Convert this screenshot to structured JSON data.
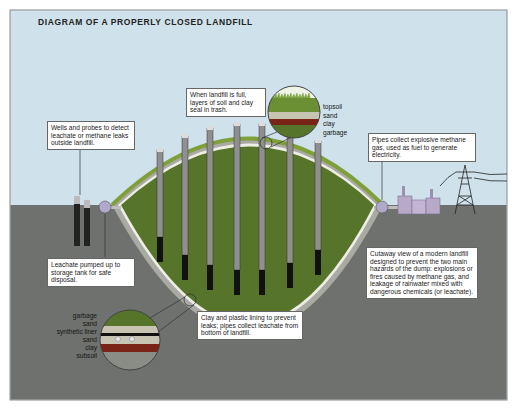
{
  "diagram": {
    "title": "DIAGRAM OF A PROPERLY CLOSED LANDFILL",
    "nodes": [
      {
        "text": [
          "When landfill is full, layers of soil and clay seal in trash."
        ]
      },
      {
        "text": [
          "Wells and probes to detect leachate or methane leaks outside landfill."
        ]
      },
      {
        "text": [
          "Pipes collect explosive methane gas, used as fuel to generate electricity."
        ]
      },
      {
        "text": [
          "Cutaway view of a modern landfill designed to prevent the two main hazards of the dump: explosions or fires caused by methane gas, and leakage of rainwater mixed with dangerous chemicals (or leachate)."
        ]
      },
      {
        "text": [
          "Leachate pumped up to storage tank for safe disposal."
        ]
      },
      {
        "text": [
          "Clay and plastic lining to prevent leaks; pipes collect leachate from bottom of landfill."
        ]
      }
    ],
    "labels": [
      "topsoil",
      "sand",
      "clay",
      "garbage",
      "garbage",
      "sand",
      "synthetic liner",
      "sand",
      "clay",
      "subsoil"
    ]
  }
}
